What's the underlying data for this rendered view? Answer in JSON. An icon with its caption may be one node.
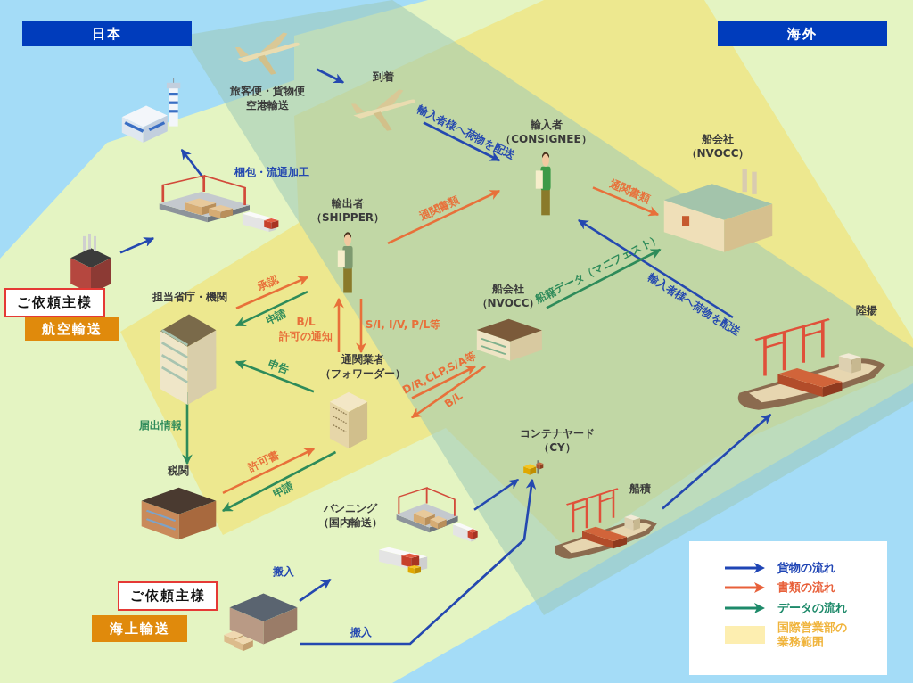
{
  "diagram": {
    "nodes": [
      {
        "text": [
          "日本"
        ]
      },
      {
        "text": [
          "海外"
        ]
      },
      {
        "text": [
          "旅客便・貨物便空港輸送"
        ]
      },
      {
        "text": [
          "到着"
        ]
      },
      {
        "text": [],
        "shape": "picture"
      },
      {
        "text": [],
        "shape": "picture"
      },
      {
        "text": [],
        "shape": "picture"
      },
      {
        "text": [
          "ご依頼主様"
        ]
      },
      {
        "text": [
          "航空輸送"
        ]
      },
      {
        "text": [
          "輸出者（SHIPPER）"
        ]
      },
      {
        "text": [
          "輸入者（CONSIGNEE）"
        ]
      },
      {
        "text": [
          "船会社（NVOCC）"
        ]
      },
      {
        "text": [
          "担当省庁・機関"
        ]
      },
      {
        "text": [
          "通関業者（フォワーダー）"
        ]
      },
      {
        "text": [
          "船会社（NVOCC）"
        ]
      },
      {
        "text": [
          "税関"
        ]
      },
      {
        "text": [
          "バンニング（国内輸送）"
        ]
      },
      {
        "text": [
          "コンテナヤード（CY）"
        ]
      },
      {
        "text": [
          "船積"
        ]
      },
      {
        "text": [
          "陸揚"
        ]
      },
      {
        "text": [],
        "shape": "picture"
      },
      {
        "text": [
          "ご依頼主様"
        ]
      },
      {
        "text": [
          "海上輸送"
        ]
      }
    ],
    "edges": [
      {
        "from": 6,
        "to": 5,
        "arrow": "to"
      },
      {
        "from": 5,
        "to": 4,
        "arrow": "to",
        "label": "梱包・流通加工"
      },
      {
        "from": 2,
        "to": 3,
        "arrow": "to"
      },
      {
        "from": 3,
        "to": 10,
        "arrow": "to",
        "label": "輸入者様へ荷物を配送"
      },
      {
        "from": 9,
        "to": 10,
        "arrow": "to",
        "color": "#e8703a",
        "label": "通関書類"
      },
      {
        "from": 10,
        "to": 11,
        "arrow": "to",
        "color": "#e8703a",
        "label": "通関書類"
      },
      {
        "from": 19,
        "to": 10,
        "arrow": "to",
        "label": "輸入者様へ荷物を配送"
      },
      {
        "from": 14,
        "to": 11,
        "arrow": "to",
        "color": "#2e8b5a",
        "label": "船籍データ（マニフェスト）"
      },
      {
        "from": 12,
        "to": 9,
        "arrow": "to",
        "color": "#e8703a",
        "label": "承認"
      },
      {
        "from": 9,
        "to": 12,
        "arrow": "to",
        "color": "#2e8b5a",
        "label": "申請"
      },
      {
        "from": 13,
        "to": 9,
        "arrow": "to",
        "color": "#e8703a",
        "label": "B/L 許可の通知"
      },
      {
        "from": 9,
        "to": 13,
        "arrow": "to",
        "color": "#e8703a",
        "label": "S/I, I/V, P/L等"
      },
      {
        "from": 13,
        "to": 14,
        "arrow": "to",
        "color": "#e8703a",
        "label": "D/R,CLP,S/A等"
      },
      {
        "from": 14,
        "to": 13,
        "arrow": "to",
        "color": "#e8703a",
        "label": "B/L"
      },
      {
        "from": 13,
        "to": 12,
        "arrow": "to",
        "color": "#2e8b5a",
        "label": "申告"
      },
      {
        "from": 12,
        "to": 15,
        "arrow": "to",
        "color": "#2e8b5a",
        "label": "届出情報"
      },
      {
        "from": 15,
        "to": 13,
        "arrow": "to",
        "color": "#e8703a",
        "label": "許可書"
      },
      {
        "from": 13,
        "to": 15,
        "arrow": "to",
        "color": "#2e8b5a",
        "label": "申請"
      },
      {
        "from": 20,
        "to": 16,
        "arrow": "to",
        "label": "搬入"
      },
      {
        "from": 16,
        "to": 17,
        "arrow": "to"
      },
      {
        "from": 20,
        "to": 17,
        "arrow": "to",
        "label": "搬入"
      },
      {
        "from": 18,
        "to": 19,
        "arrow": "to"
      }
    ],
    "legend": [
      {
        "text": "貨物の流れ",
        "color": "#1f45b5"
      },
      {
        "text": "書類の流れ",
        "color": "#e8603a"
      },
      {
        "text": "データの流れ",
        "color": "#1e8a6a"
      },
      {
        "text": "国際営業部の業務範囲",
        "color": "#fdeeb0"
      }
    ]
  }
}
